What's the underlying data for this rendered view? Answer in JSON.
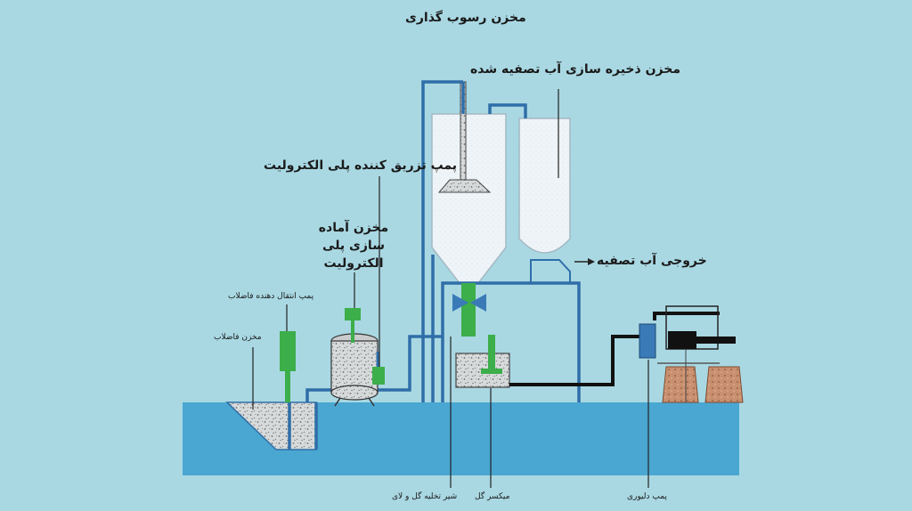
{
  "labels": {
    "sedimentation_tank": "مخزن رسوب گذاری",
    "treated_water_storage": "مخزن ذخیره سازی آب تصفیه شده",
    "polyelectrolyte_injection_pump": "پمپ تزریق کننده پلی الکترولیت",
    "polyelectrolyte_prep_tank_line1": "مخزن آماده",
    "polyelectrolyte_prep_tank_line2": "سازی پلی",
    "polyelectrolyte_prep_tank_line3": "الکترولیت",
    "treated_water_outlet": "خروجی آب تصفیه",
    "wastewater_transfer_pump": "پمپ انتقال دهنده فاضلاب",
    "wastewater_tank": "مخزن فاضلاب",
    "sludge_drain_valve": "شیر تخلیه گل و لای",
    "sludge_mixer": "میکسر گل",
    "screw_pump": "پمپ دلیوری"
  },
  "colors": {
    "background": "#a9d8e3",
    "pipe_blue": "#2f6ea8",
    "pipe_black": "#111111",
    "pump_green": "#3cae4a",
    "water_pool": "#4aa7d2",
    "tank_fill": "#eef4f7",
    "sludge": "#a09b95",
    "filter_press": "#c78e70"
  },
  "icons": {
    "outlet_arrow": "arrow-right-icon"
  }
}
